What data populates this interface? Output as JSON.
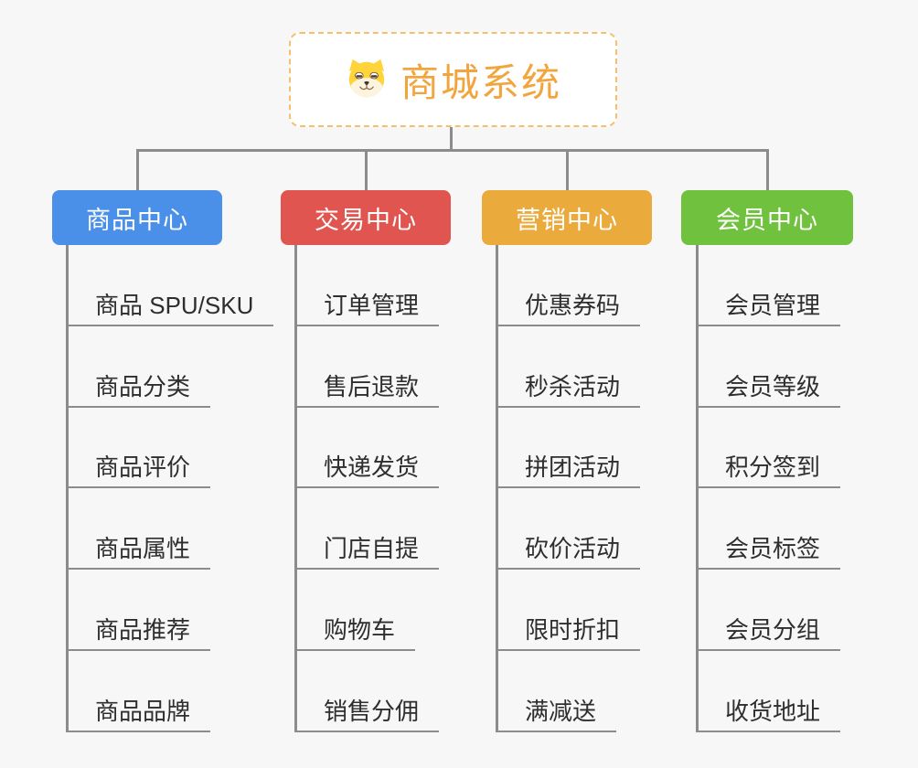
{
  "root": {
    "title": "商城系统",
    "icon": "dog-icon",
    "accent_color": "#F2A53D",
    "border_color": "#F5C06B",
    "background_color": "#FFFFFF"
  },
  "branches": [
    {
      "label": "商品中心",
      "color": "#4A90E8",
      "items": [
        "商品 SPU/SKU",
        "商品分类",
        "商品评价",
        "商品属性",
        "商品推荐",
        "商品品牌"
      ]
    },
    {
      "label": "交易中心",
      "color": "#E0554F",
      "items": [
        "订单管理",
        "售后退款",
        "快递发货",
        "门店自提",
        "购物车",
        "销售分佣"
      ]
    },
    {
      "label": "营销中心",
      "color": "#EBAB3C",
      "items": [
        "优惠券码",
        "秒杀活动",
        "拼团活动",
        "砍价活动",
        "限时折扣",
        "满减送"
      ]
    },
    {
      "label": "会员中心",
      "color": "#6FC13E",
      "items": [
        "会员管理",
        "会员等级",
        "积分签到",
        "会员标签",
        "会员分组",
        "收货地址"
      ]
    }
  ],
  "connector_color": "#8C8C8C",
  "background_color": "#F7F7F7",
  "leaf_text_color": "#2E2E2E"
}
